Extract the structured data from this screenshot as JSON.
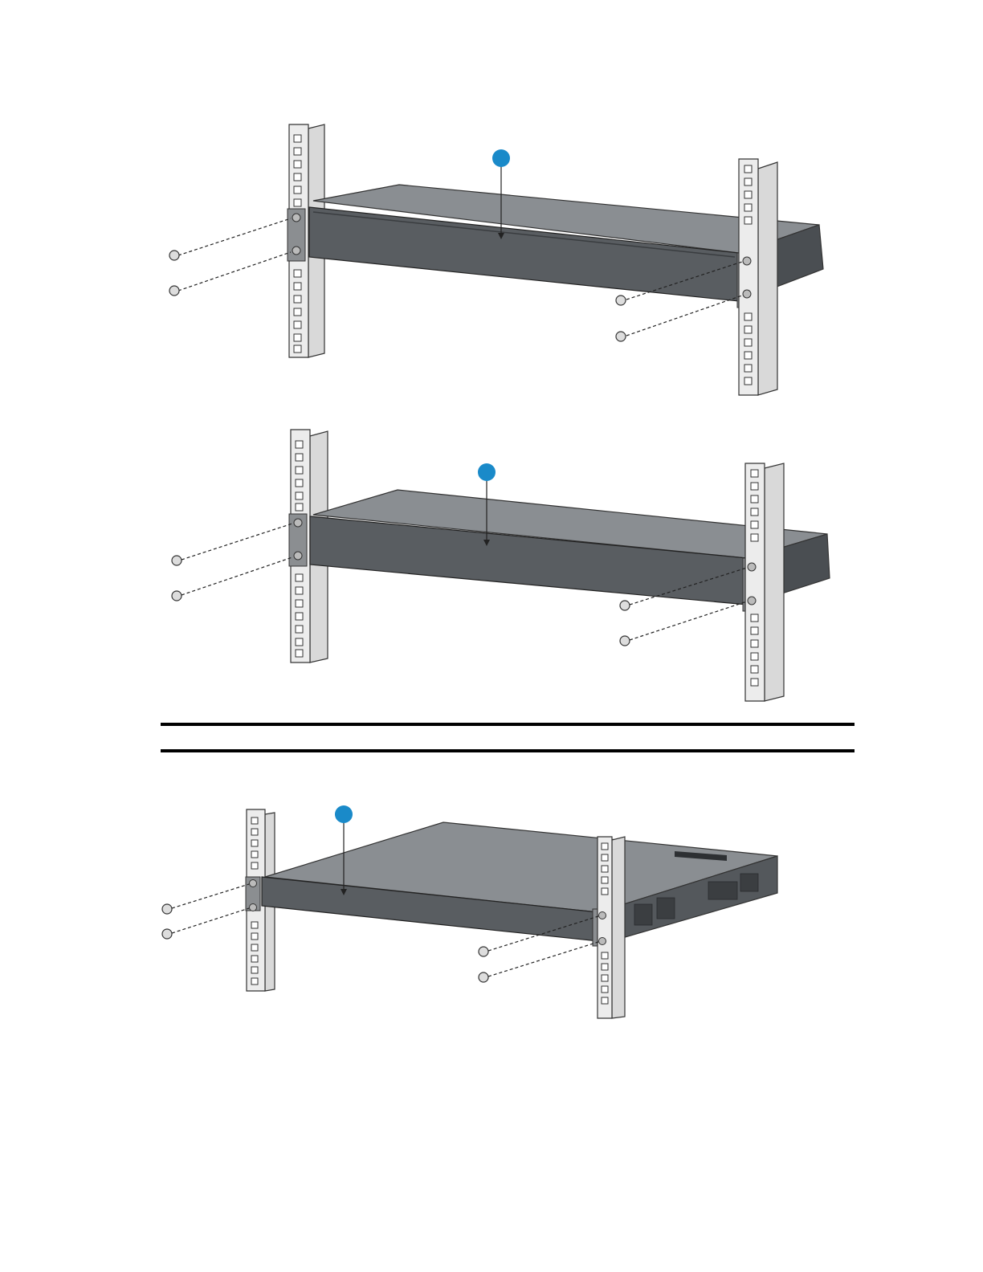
{
  "document": {
    "type": "installation-illustrations",
    "figures": [
      {
        "name": "figure-1",
        "callout_label": "",
        "callout_color": "#1a8ac9",
        "rack_color": "#e6e6e6",
        "chassis_color": "#595d61"
      },
      {
        "name": "figure-2",
        "callout_label": "",
        "callout_color": "#1a8ac9",
        "rack_color": "#e6e6e6",
        "chassis_color": "#595d61"
      },
      {
        "name": "figure-3",
        "callout_label": "",
        "callout_color": "#1a8ac9",
        "rack_color": "#e6e6e6",
        "chassis_color": "#595d61"
      }
    ],
    "icons": [
      "screw-icon",
      "rack-post-icon",
      "callout-icon",
      "switch-chassis-icon"
    ]
  }
}
